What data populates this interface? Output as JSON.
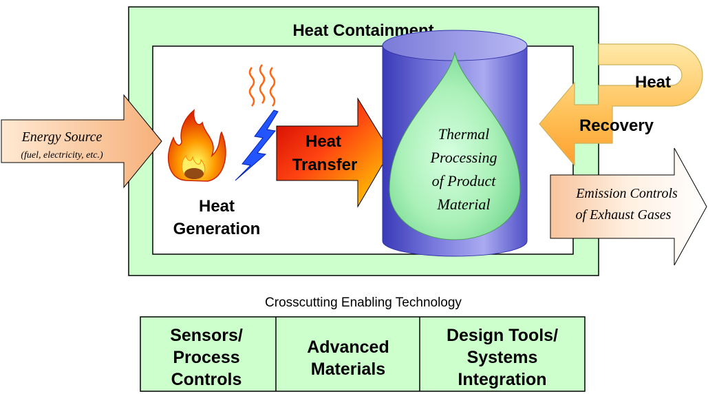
{
  "heat_containment": {
    "title": "Heat Containment"
  },
  "energy_source": {
    "line1": "Energy Source",
    "line2": "(fuel, electricity, etc.)"
  },
  "heat_generation": {
    "line1": "Heat",
    "line2": "Generation"
  },
  "heat_transfer": {
    "line1": "Heat",
    "line2": "Transfer"
  },
  "thermal_processing": {
    "lines": [
      "Thermal",
      "Processing",
      "of Product",
      "Material"
    ]
  },
  "heat_recovery": {
    "line1": "Heat",
    "line2": "Recovery"
  },
  "emission_controls": {
    "line1": "Emission Controls",
    "line2": "of Exhaust Gases"
  },
  "crosscutting": {
    "title": "Crosscutting Enabling Technology",
    "cells": [
      {
        "lines": [
          "Sensors/",
          "Process",
          "Controls"
        ]
      },
      {
        "lines": [
          "Advanced",
          "Materials"
        ]
      },
      {
        "lines": [
          "Design Tools/",
          "Systems",
          "Integration"
        ]
      }
    ]
  },
  "colors": {
    "pale_green": "#ccffcc",
    "cylinder_blue": "#5555cc",
    "drop_green": "#aaf0b4",
    "recovery_orange": "#ffb84d",
    "transfer_red": "#ee1111",
    "transfer_yellow": "#ffcc00",
    "energy_peach": "#fbc89a"
  }
}
